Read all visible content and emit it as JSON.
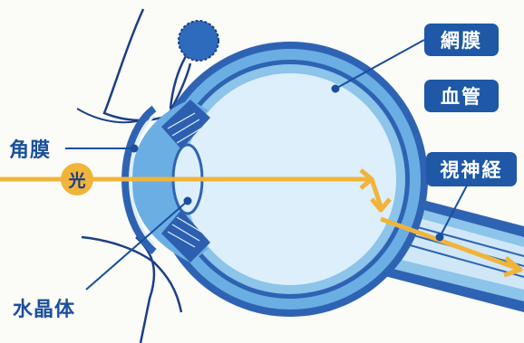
{
  "labels": {
    "retina": "網膜",
    "blood_vessel": "血管",
    "optic_nerve": "視神経",
    "cornea": "角膜",
    "lens": "水晶体",
    "light": "光"
  },
  "colors": {
    "outer_shell": "#2e63b3",
    "shell_light": "#6aaee3",
    "vitreous": "#ddeffb",
    "iris": "#2d5fb0",
    "light_ray": "#f0b43a",
    "label_box": "#1e58a6",
    "leader_line": "#1b4f9c"
  }
}
